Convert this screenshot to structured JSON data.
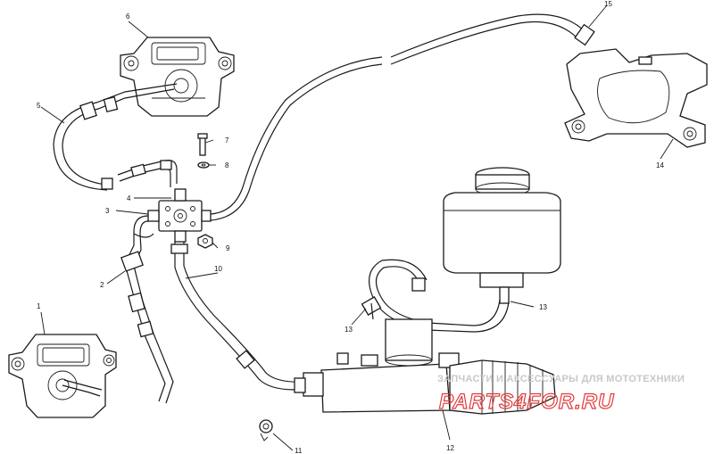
{
  "labels": {
    "l1": "1",
    "l2": "2",
    "l3": "3",
    "l4": "4",
    "l5": "5",
    "l6": "6",
    "l7": "7",
    "l8": "8",
    "l9": "9",
    "l10": "10",
    "l11": "11",
    "l12": "12",
    "l13a": "13",
    "l13b": "13",
    "l14": "14",
    "l15": "15"
  },
  "watermark": {
    "tagline": "ЗАПЧАСТИ И АКСЕССУАРЫ ДЛЯ МОТОТЕХНИКИ",
    "logo": "PARTS4FOR.RU"
  }
}
